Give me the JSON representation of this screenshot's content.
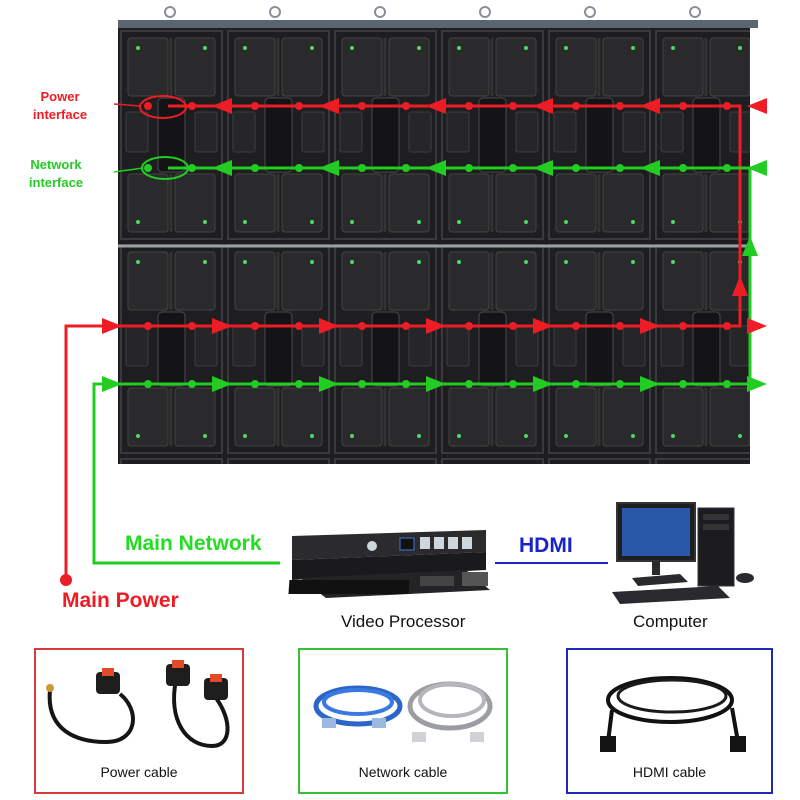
{
  "labels": {
    "power_interface_line1": "Power",
    "power_interface_line2": "interface",
    "network_interface_line1": "Network",
    "network_interface_line2": "interface",
    "main_network": "Main Network",
    "main_power": "Main Power",
    "hdmi": "HDMI",
    "video_processor": "Video Processor",
    "computer": "Computer"
  },
  "cables": [
    {
      "caption": "Power cable"
    },
    {
      "caption": "Network cable"
    },
    {
      "caption": "HDMI cable"
    }
  ],
  "colors": {
    "power": "#ee1c24",
    "network": "#22cc22",
    "hdmi": "#1b22c8",
    "panel": "#1c1c1e"
  }
}
